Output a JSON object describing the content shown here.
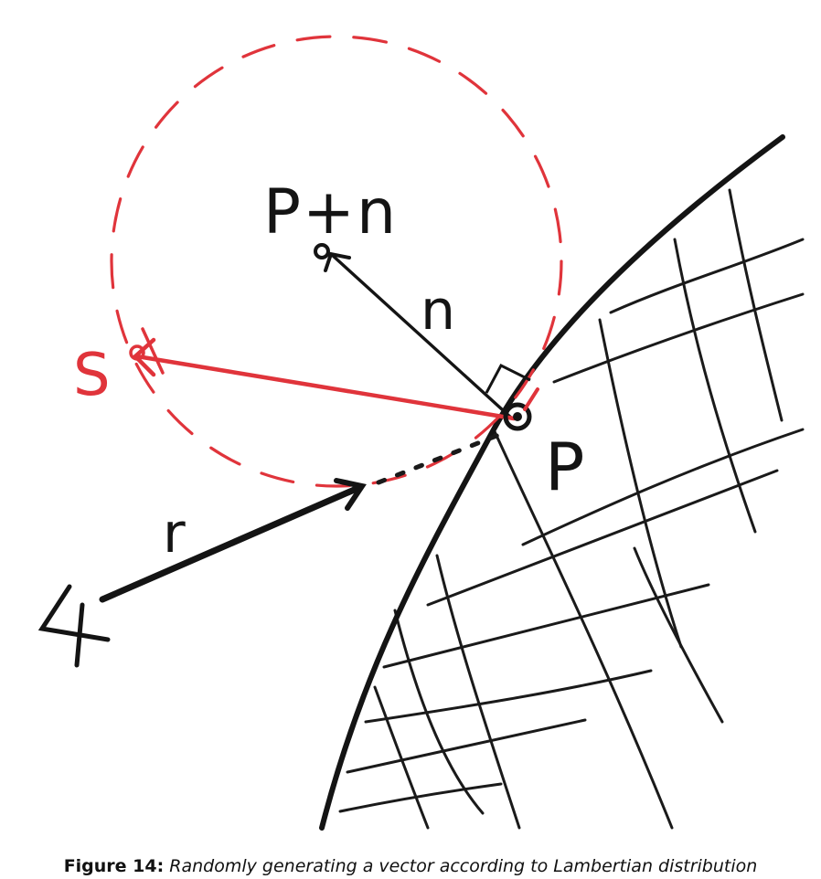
{
  "labels": {
    "p_plus_n": "P+n",
    "n": "n",
    "s": "S",
    "p": "P",
    "r": "r"
  },
  "caption": {
    "label": "Figure 14:",
    "text": "Randomly generating a vector according to Lambertian distribution"
  },
  "colors": {
    "ink": "#141414",
    "red": "#e0343b"
  },
  "icons": {
    "camera": "eye-camera-icon"
  }
}
